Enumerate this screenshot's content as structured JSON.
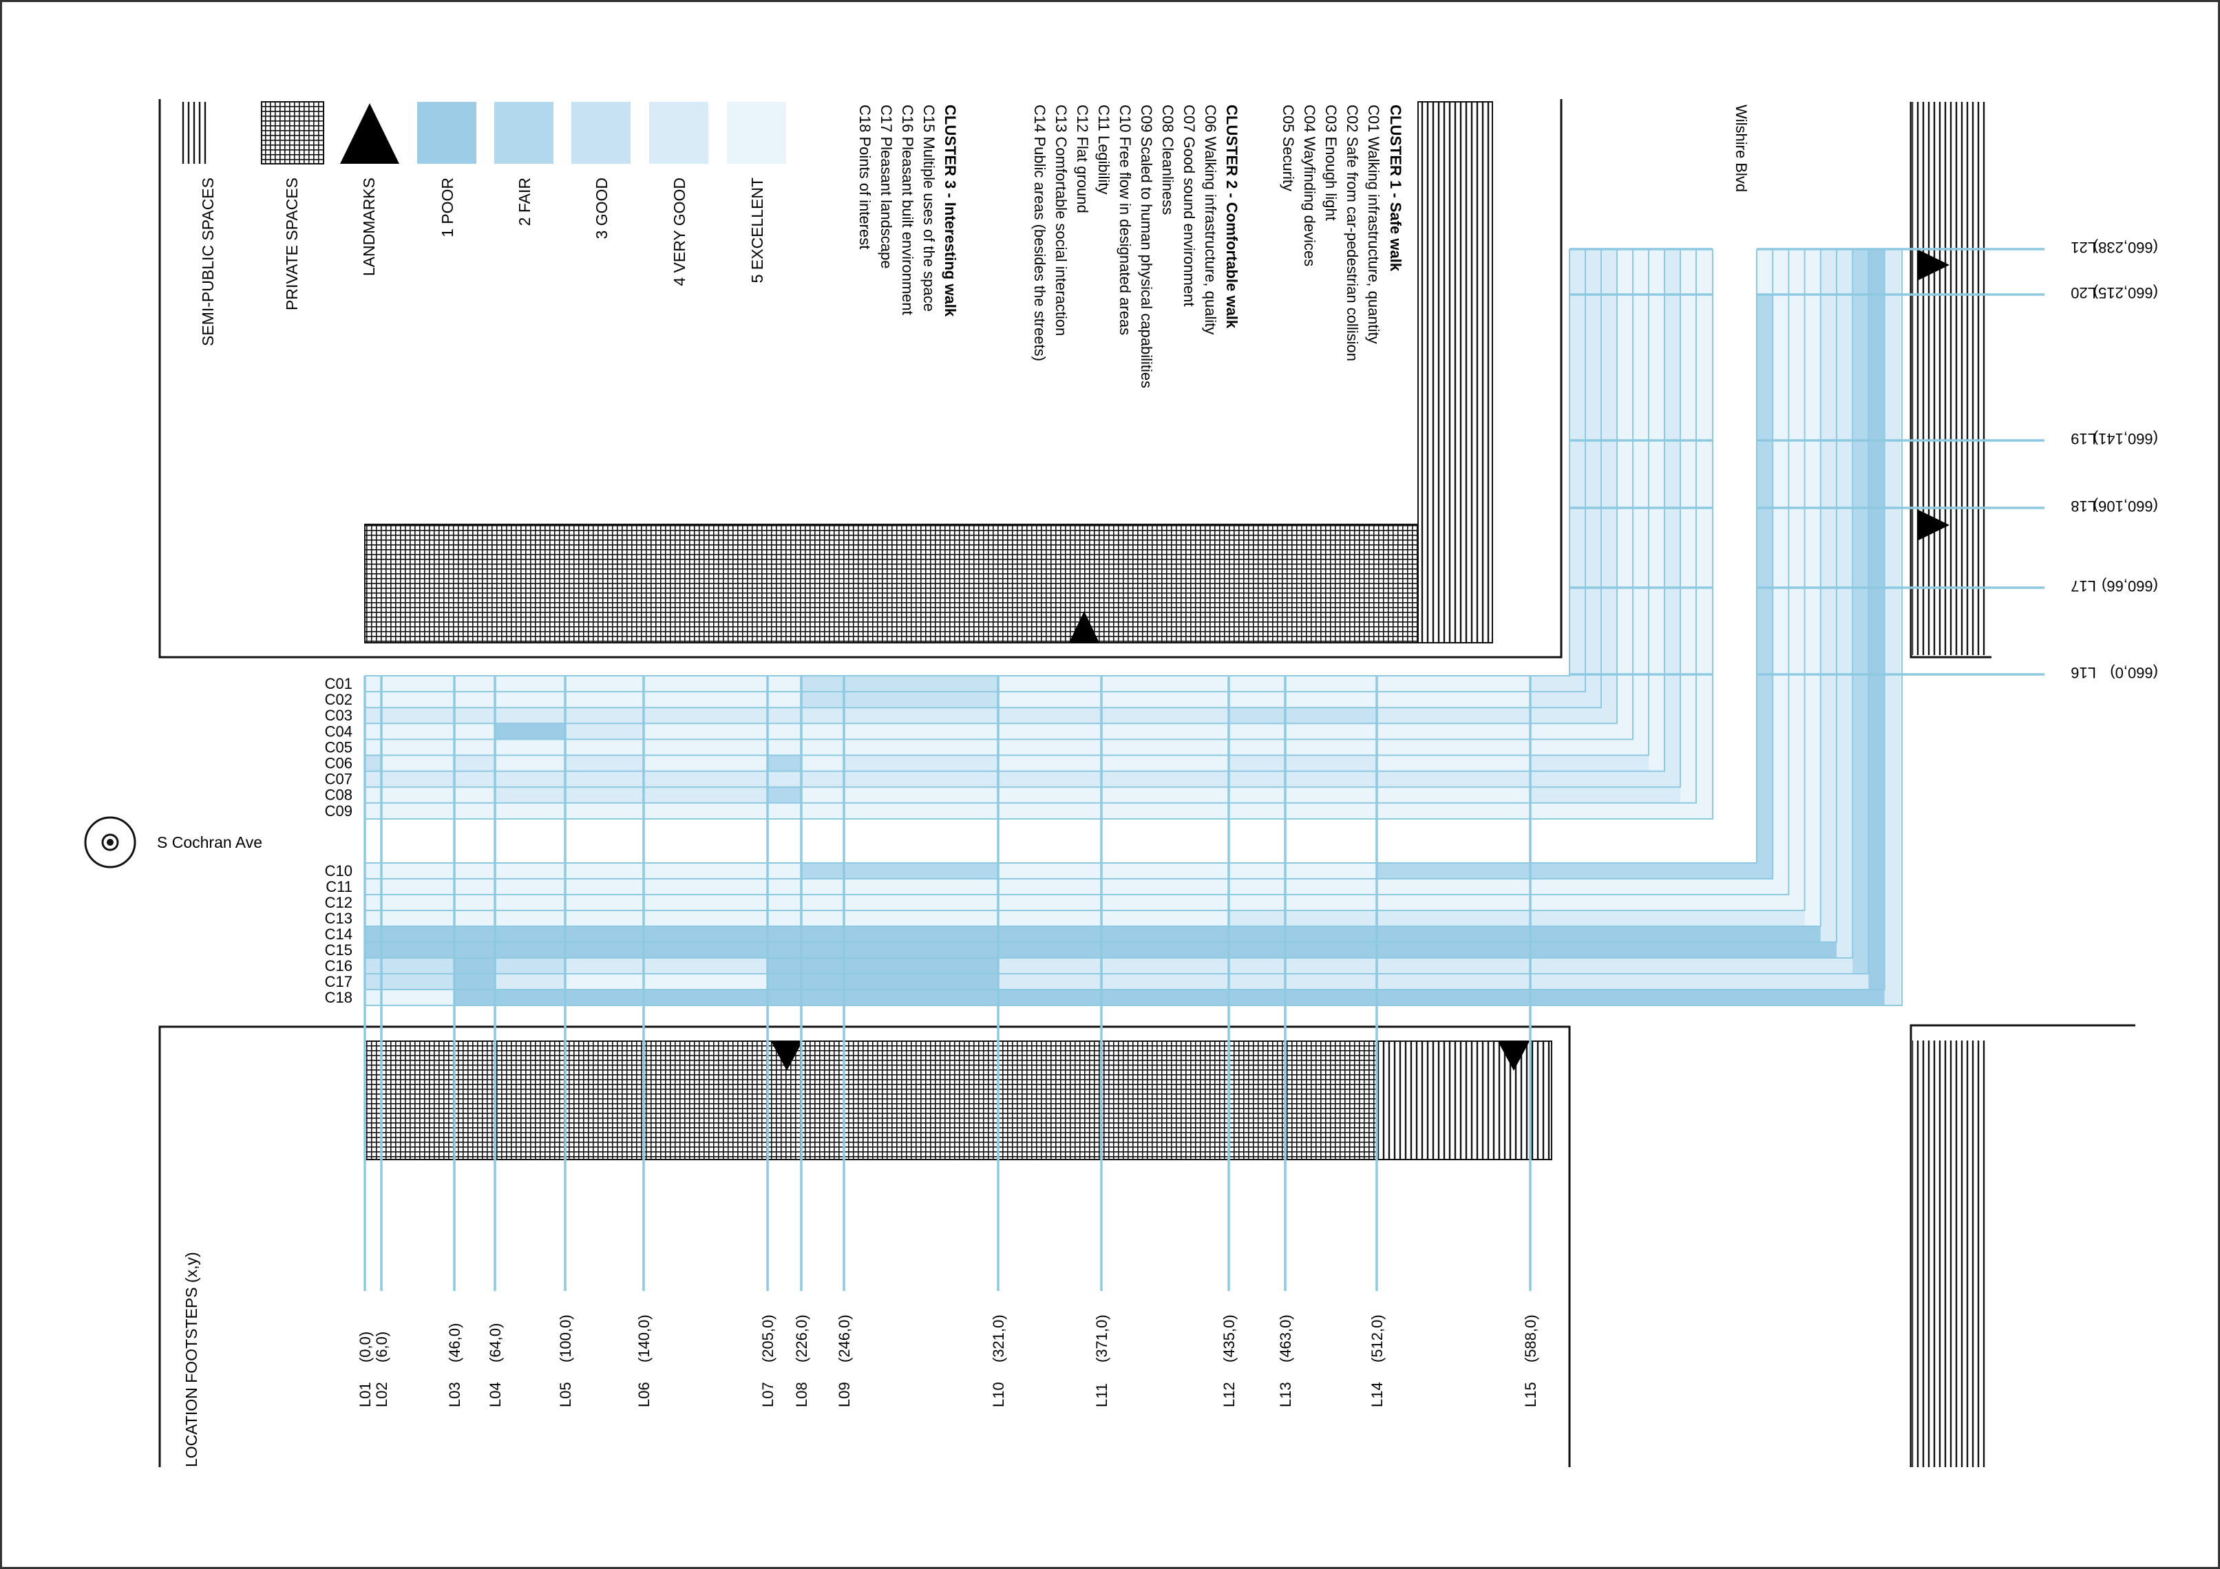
{
  "title": "LOCATION  FOOTSTEPS (x,y)",
  "street_south": "S Cochran Ave",
  "street_wilshire": "Wilshire Blvd",
  "legend": {
    "space_types": [
      {
        "key": "semi",
        "label": "SEMI-PUBLIC SPACES"
      },
      {
        "key": "private",
        "label": "PRIVATE SPACES"
      },
      {
        "key": "landmark",
        "label": "LANDMARKS"
      }
    ],
    "ratings": [
      {
        "label": "1 POOR",
        "color": "#9dcde6"
      },
      {
        "label": "2 FAIR",
        "color": "#b2d8ed"
      },
      {
        "label": "3 GOOD",
        "color": "#c7e2f2"
      },
      {
        "label": "4 VERY GOOD",
        "color": "#d8ebf6"
      },
      {
        "label": "5 EXCELLENT",
        "color": "#eaf5fb"
      }
    ]
  },
  "criteria_groups": [
    {
      "title": "CLUSTER 1 - Safe walk",
      "items": [
        "C01 Walking infrastructure, quantity",
        "C02 Safe from car-pedestrian collision",
        "C03 Enough light",
        "C04 Wayfinding devices",
        "C05 Security"
      ]
    },
    {
      "title": "CLUSTER 2 - Comfortable walk",
      "items": [
        "C06 Walking infrastructure, quality",
        "C07 Good sound environment",
        "C08 Cleanliness",
        "C09 Scaled to human physical capabilities",
        "C10 Free flow in designated areas",
        "C11 Legibility",
        "C12 Flat ground",
        "C13 Comfortable social interaction",
        "C14 Public areas (besides the streets)"
      ]
    },
    {
      "title": "CLUSTER 3 - Interesting walk",
      "items": [
        "C15 Multiple uses of the space",
        "C16 Pleasant built environment",
        "C17 Pleasant landscape",
        "C18 Points of interest"
      ]
    }
  ],
  "row_labels": [
    "C01",
    "C02",
    "C03",
    "C04",
    "C05",
    "C06",
    "C07",
    "C08",
    "C09",
    "C10",
    "C11",
    "C12",
    "C13",
    "C14",
    "C15",
    "C16",
    "C17",
    "C18"
  ],
  "locations_x": [
    {
      "id": "L01",
      "coord": "(0,0)"
    },
    {
      "id": "L02",
      "coord": "(6,0)"
    },
    {
      "id": "L03",
      "coord": "(46,0)"
    },
    {
      "id": "L04",
      "coord": "(64,0)"
    },
    {
      "id": "L05",
      "coord": "(100,0)"
    },
    {
      "id": "L06",
      "coord": "(140,0)"
    },
    {
      "id": "L07",
      "coord": "(205,0)"
    },
    {
      "id": "L08",
      "coord": "(226,0)"
    },
    {
      "id": "L09",
      "coord": "(246,0)"
    },
    {
      "id": "L10",
      "coord": "(321,0)"
    },
    {
      "id": "L11",
      "coord": "(371,0)"
    },
    {
      "id": "L12",
      "coord": "(435,0)"
    },
    {
      "id": "L13",
      "coord": "(463,0)"
    },
    {
      "id": "L14",
      "coord": "(512,0)"
    },
    {
      "id": "L15",
      "coord": "(588,0)"
    }
  ],
  "locations_y": [
    {
      "id": "L16",
      "coord": "(660,0)"
    },
    {
      "id": "L17",
      "coord": "(660,66)"
    },
    {
      "id": "L18",
      "coord": "(660,106)"
    },
    {
      "id": "L19",
      "coord": "(660,141)"
    },
    {
      "id": "L20",
      "coord": "(660,215)"
    },
    {
      "id": "L21",
      "coord": "(660,238)"
    }
  ],
  "ratings_x": [
    [
      5,
      5,
      5,
      5,
      5,
      5,
      5,
      3,
      3,
      5,
      5,
      5,
      5,
      5,
      4
    ],
    [
      5,
      5,
      5,
      5,
      5,
      5,
      5,
      3,
      3,
      5,
      5,
      5,
      5,
      5,
      4
    ],
    [
      4,
      4,
      4,
      4,
      4,
      4,
      4,
      4,
      4,
      4,
      4,
      3,
      3,
      4,
      4
    ],
    [
      5,
      5,
      5,
      1,
      4,
      5,
      5,
      5,
      5,
      5,
      5,
      5,
      5,
      5,
      5
    ],
    [
      5,
      5,
      5,
      5,
      5,
      5,
      5,
      5,
      5,
      5,
      5,
      5,
      5,
      5,
      5
    ],
    [
      3,
      5,
      4,
      5,
      4,
      5,
      2,
      5,
      4,
      5,
      5,
      4,
      4,
      5,
      4
    ],
    [
      4,
      4,
      4,
      4,
      4,
      4,
      4,
      4,
      4,
      4,
      4,
      4,
      4,
      4,
      4
    ],
    [
      5,
      5,
      5,
      4,
      4,
      4,
      2,
      5,
      5,
      5,
      5,
      5,
      5,
      5,
      4
    ],
    [
      5,
      5,
      5,
      5,
      5,
      5,
      5,
      5,
      5,
      5,
      5,
      5,
      5,
      5,
      5
    ],
    [
      5,
      5,
      5,
      5,
      5,
      5,
      5,
      2,
      2,
      5,
      5,
      5,
      5,
      2,
      2
    ],
    [
      5,
      5,
      5,
      5,
      5,
      5,
      5,
      5,
      5,
      5,
      5,
      5,
      5,
      5,
      5
    ],
    [
      5,
      5,
      5,
      5,
      5,
      5,
      5,
      5,
      5,
      5,
      5,
      5,
      5,
      5,
      5
    ],
    [
      5,
      5,
      5,
      5,
      5,
      5,
      5,
      5,
      5,
      5,
      5,
      4,
      4,
      4,
      4
    ],
    [
      1,
      1,
      1,
      1,
      1,
      1,
      1,
      1,
      1,
      1,
      1,
      1,
      1,
      1,
      1
    ],
    [
      1,
      1,
      1,
      1,
      1,
      1,
      1,
      1,
      1,
      1,
      1,
      1,
      1,
      1,
      1
    ],
    [
      3,
      3,
      1,
      3,
      4,
      4,
      1,
      1,
      1,
      4,
      4,
      4,
      4,
      4,
      4
    ],
    [
      3,
      3,
      1,
      4,
      5,
      5,
      1,
      1,
      1,
      4,
      4,
      4,
      4,
      4,
      4
    ],
    [
      5,
      5,
      1,
      1,
      1,
      1,
      1,
      1,
      1,
      1,
      1,
      1,
      1,
      1,
      1
    ]
  ],
  "ratings_y": [
    [
      4,
      4,
      4,
      4,
      4,
      4
    ],
    [
      4,
      4,
      4,
      4,
      4,
      4
    ],
    [
      4,
      4,
      4,
      4,
      4,
      4
    ],
    [
      5,
      5,
      5,
      5,
      5,
      5
    ],
    [
      5,
      5,
      5,
      5,
      5,
      5
    ],
    [
      5,
      5,
      5,
      5,
      5,
      5
    ],
    [
      4,
      4,
      4,
      4,
      4,
      4
    ],
    [
      5,
      5,
      5,
      5,
      5,
      5
    ],
    [
      5,
      5,
      5,
      5,
      5,
      5
    ],
    [
      2,
      2,
      2,
      2,
      5,
      5
    ],
    [
      5,
      5,
      5,
      5,
      5,
      5
    ],
    [
      5,
      5,
      5,
      5,
      5,
      5
    ],
    [
      5,
      5,
      5,
      5,
      5,
      5
    ],
    [
      4,
      4,
      4,
      4,
      4,
      4
    ],
    [
      4,
      4,
      4,
      4,
      4,
      4
    ],
    [
      2,
      2,
      2,
      2,
      2,
      2
    ],
    [
      1,
      1,
      1,
      1,
      1,
      1
    ],
    [
      4,
      4,
      4,
      4,
      4,
      4
    ]
  ]
}
